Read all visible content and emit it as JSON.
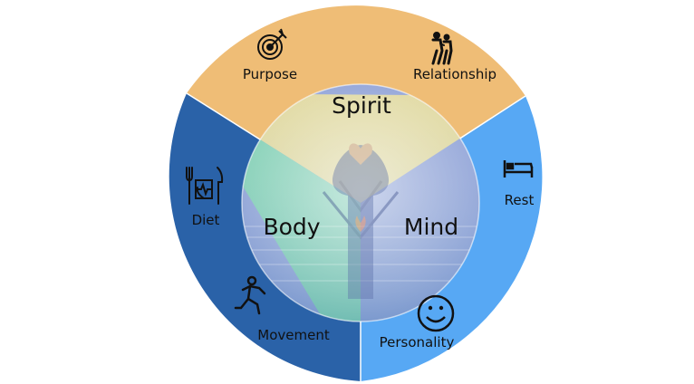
{
  "wheel": {
    "segments": [
      {
        "id": "purpose",
        "label": "Purpose",
        "icon": "target-icon",
        "color": "#efbd76"
      },
      {
        "id": "relationship",
        "label": "Relationship",
        "icon": "couple-walking-icon",
        "color": "#efbd76"
      },
      {
        "id": "rest",
        "label": "Rest",
        "icon": "bed-icon",
        "color": "#57a8f4"
      },
      {
        "id": "personality",
        "label": "Personality",
        "icon": "smiley-face-icon",
        "color": "#57a8f4"
      },
      {
        "id": "movement",
        "label": "Movement",
        "icon": "running-person-icon",
        "color": "#2a62a8"
      },
      {
        "id": "diet",
        "label": "Diet",
        "icon": "fork-knife-heart-icon",
        "color": "#2a62a8"
      }
    ],
    "core": {
      "spirit": "Spirit",
      "body": "Body",
      "mind": "Mind",
      "image": "meditation-over-water-photo",
      "colors": {
        "spirit": "#dfd79c",
        "body": "#7fcfb2",
        "mind": "#8c9fd6"
      }
    }
  }
}
